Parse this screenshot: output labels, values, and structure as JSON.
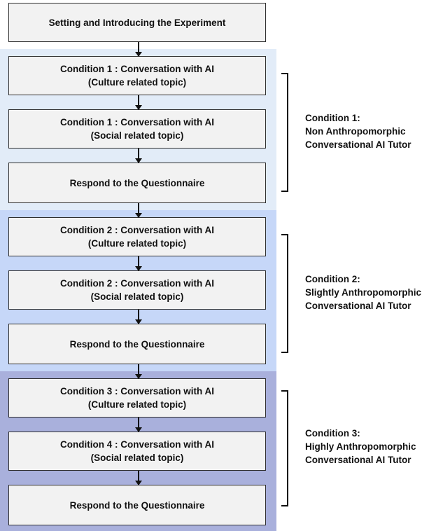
{
  "colors": {
    "band1": "#e2ecf8",
    "band2": "#c6d7f8",
    "band3": "#a9b0dc",
    "box": "#f2f2f2"
  },
  "intro": "Setting and Introducing the Experiment",
  "groups": [
    {
      "label": [
        "Condition 1:",
        "Non Anthropomorphic",
        "Conversational AI Tutor"
      ],
      "steps": [
        [
          "Condition 1 : Conversation with AI",
          "(Culture related topic)"
        ],
        [
          "Condition 1 : Conversation with AI",
          "(Social related topic)"
        ],
        [
          "Respond to the Questionnaire"
        ]
      ]
    },
    {
      "label": [
        "Condition 2:",
        "Slightly Anthropomorphic",
        "Conversational AI Tutor"
      ],
      "steps": [
        [
          "Condition 2 : Conversation with AI",
          "(Culture related topic)"
        ],
        [
          "Condition 2 : Conversation with AI",
          "(Social related topic)"
        ],
        [
          "Respond to the Questionnaire"
        ]
      ]
    },
    {
      "label": [
        "Condition 3:",
        "Highly Anthropomorphic",
        "Conversational AI Tutor"
      ],
      "steps": [
        [
          "Condition 3 : Conversation with AI",
          "(Culture related topic)"
        ],
        [
          "Condition 4 : Conversation with AI",
          "(Social related topic)"
        ],
        [
          "Respond to the Questionnaire"
        ]
      ]
    }
  ]
}
